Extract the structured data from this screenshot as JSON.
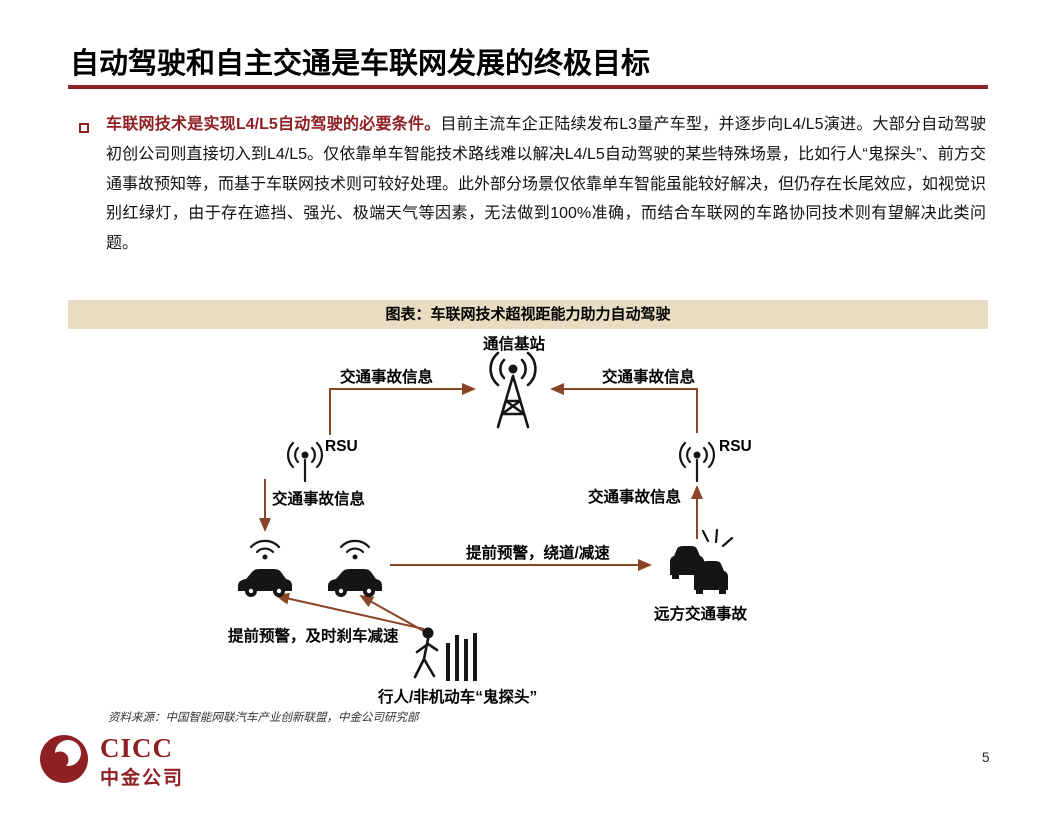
{
  "page": {
    "title": "自动驾驶和自主交通是车联网发展的终极目标",
    "number": "5"
  },
  "bullet": {
    "lead": "车联网技术是实现L4/L5自动驾驶的必要条件。",
    "body": "目前主流车企正陆续发布L3量产车型，并逐步向L4/L5演进。大部分自动驾驶初创公司则直接切入到L4/L5。仅依靠单车智能技术路线难以解决L4/L5自动驾驶的某些特殊场景，比如行人“鬼探头”、前方交通事故预知等，而基于车联网技术则可较好处理。此外部分场景仅依靠单车智能虽能较好解决，但仍存在长尾效应，如视觉识别红绿灯，由于存在遮挡、强光、极端天气等因素，无法做到100%准确，而结合车联网的车路协同技术则有望解决此类问题。"
  },
  "figure": {
    "header": "图表：车联网技术超视距能力助力自动驾驶",
    "labels": {
      "base_station": "通信基站",
      "info_top_left": "交通事故信息",
      "info_top_right": "交通事故信息",
      "rsu_left": "RSU",
      "rsu_right": "RSU",
      "info_down_left": "交通事故信息",
      "info_down_right": "交通事故信息",
      "warning_detour": "提前预警，绕道/减速",
      "warning_brake": "提前预警，及时刹车减速",
      "remote_accident": "远方交通事故",
      "pedestrian": "行人/非机动车“鬼探头”"
    },
    "source": "资料来源：中国智能网联汽车产业创新联盟，中金公司研究部"
  },
  "footer": {
    "logo_text": "CICC",
    "logo_subtext": "中金公司"
  },
  "icons": {
    "base-station-icon": "radio mast with signal waves",
    "rsu-icon": "roadside unit antenna with signal waves",
    "car-icon": "connected car with v2x waves",
    "accident-icon": "two crashed cars with impact marks",
    "pedestrian-icon": "pedestrian emerging from behind vertical barrier",
    "cicc-logo": "dark red circular swoosh logo"
  },
  "colors": {
    "accent": "#8e1f22",
    "arrow": "#8a4527",
    "figheader": "#e8dcc3"
  }
}
